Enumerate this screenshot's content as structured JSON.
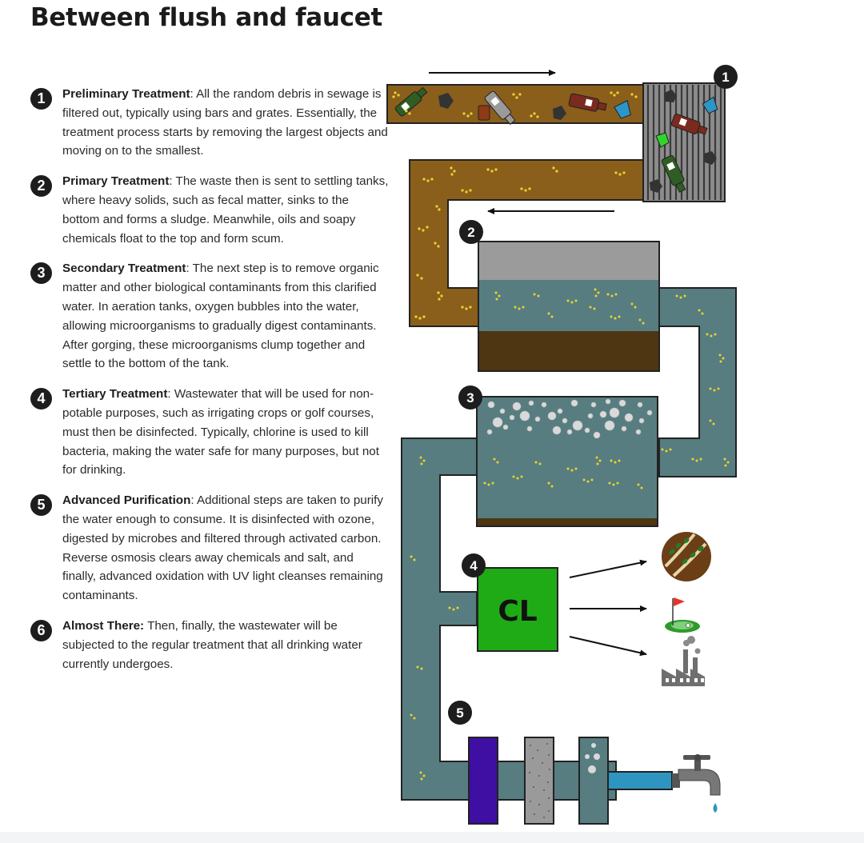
{
  "title": "Between flush and faucet",
  "steps": [
    {
      "number": "1",
      "heading": "Preliminary Treatment",
      "separator": ": ",
      "body": "All the random debris in sewage is filtered out, typically using bars and grates. Essentially, the treatment process starts by removing the largest objects and moving on to the smallest."
    },
    {
      "number": "2",
      "heading": "Primary Treatment",
      "separator": ": ",
      "body": "The waste then is sent to settling tanks, where heavy solids, such as fecal matter, sinks to the bottom and forms a sludge. Meanwhile, oils and soapy chemicals float to the top and form scum."
    },
    {
      "number": "3",
      "heading": "Secondary Treatment",
      "separator": ": ",
      "body": "The next step is to remove organic matter and other biological contaminants from this clarified water. In aeration tanks, oxygen bubbles into the water, allowing microorganisms to gradually digest contaminants. After gorging, these microorganisms clump together and settle to the bottom of the tank."
    },
    {
      "number": "4",
      "heading": "Tertiary Treatment",
      "separator": ": ",
      "body": "Wastewater that will be used for non-potable purposes, such as irrigating crops or golf courses, must then be disinfected. Typically, chlorine is used to kill bacteria, making the water safe for many purposes, but not for drinking."
    },
    {
      "number": "5",
      "heading": "Advanced Purification",
      "separator": ": ",
      "body": "Additional steps are taken to purify the water enough to consume. It is disinfected with ozone, digested by microbes and filtered through activated carbon. Reverse osmosis clears away chemicals and salt, and finally, advanced oxidation with UV light cleanses remaining contaminants."
    },
    {
      "number": "6",
      "heading": "Almost There:",
      "separator": " ",
      "body": "Then, finally, the wastewater will be subjected to the regular treatment that all drinking water currently undergoes."
    }
  ],
  "diagram": {
    "markers": [
      "1",
      "2",
      "3",
      "4",
      "5"
    ],
    "chlorine_label": "CL",
    "colors": {
      "sewage": "#8a5f1c",
      "water": "#577d80",
      "sludge": "#4e3612",
      "scum": "#9b9b9b",
      "chlorine": "#1fab15",
      "uv_filter": "#3f0ea3",
      "carbon_filter": "#9a9a9a",
      "clean_pipe": "#2e95c0"
    },
    "outputs": [
      "crops-icon",
      "golf-course-icon",
      "factory-icon"
    ]
  }
}
